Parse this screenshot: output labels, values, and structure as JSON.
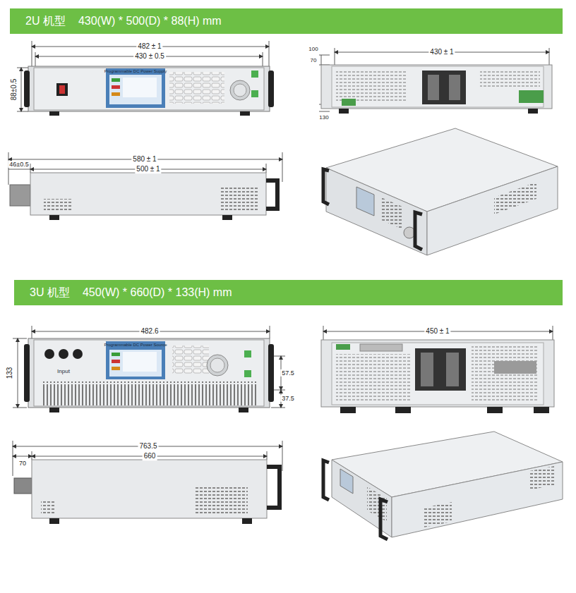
{
  "diagram": {
    "nodes": [
      {
        "text": [
          "2U 机型",
          "430(W) * 500(D) * 88(H) mm"
        ]
      },
      {
        "text": [
          "3U 机型",
          "450(W) * 660(D) * 133(H) mm"
        ]
      }
    ],
    "labels": [
      "482 ± 1",
      "430 ± 0.5",
      "88±0.5",
      "100",
      "70",
      "430 ± 1",
      "130",
      "580 ± 1",
      "46±0.5",
      "500 ± 1",
      "Programmable DC Power Supply",
      "482.6",
      "133",
      "57.5",
      "37.5",
      "450 ± 1",
      "763.5",
      "70",
      "660",
      "Programmable DC Power Source",
      "Input"
    ]
  }
}
